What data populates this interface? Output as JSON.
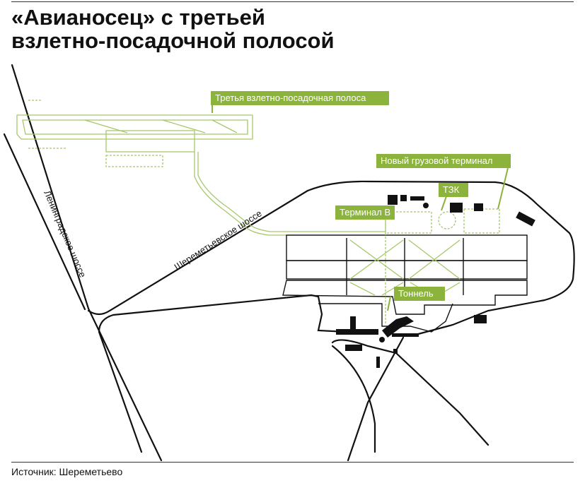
{
  "title": {
    "line1": "«Авианосец» с третьей",
    "line2": "взлетно-посадочной полосой"
  },
  "labels": {
    "runway3": "Третья взлетно-посадочная полоса",
    "cargo_terminal": "Новый грузовой терминал",
    "tzk": "ТЗК",
    "terminal_b": "Терминал B",
    "tunnel": "Тоннель"
  },
  "roads": {
    "leningradskoe": "Ленинградское шоссе",
    "sheremetyevskoe": "Шереметьевское шоссе"
  },
  "source": "Источник: Шереметьево",
  "colors": {
    "accent_green": "#8cb43c",
    "outline": "#111111",
    "new_feature": "#a6c86a"
  }
}
